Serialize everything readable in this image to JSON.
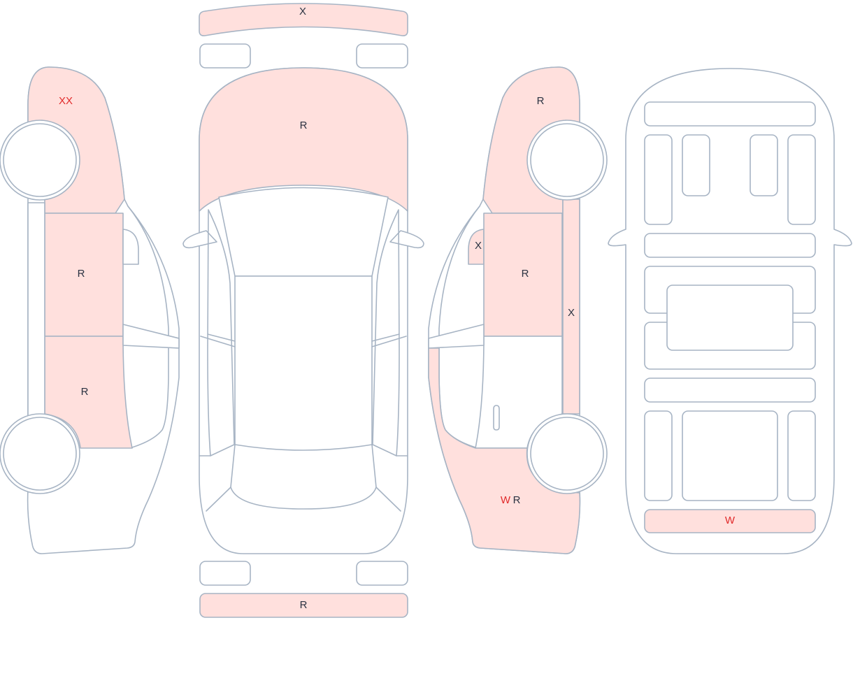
{
  "colors": {
    "damaged_fill": "#ffe0dd",
    "outline": "#a7b4c4",
    "code_default": "#2b3342",
    "code_highlight": "#e12b2b"
  },
  "panels": {
    "front_bumper": "X",
    "hood": "R",
    "rear_bumper": "R",
    "left_front_fender": "XX",
    "left_front_door": "R",
    "left_rear_door": "R",
    "right_front_fender": "R",
    "right_mirror": "X",
    "right_front_door": "R",
    "right_rocker": "X",
    "right_rear_quarter_w": "W",
    "right_rear_quarter_r": "R",
    "underbody_rear": "W"
  }
}
